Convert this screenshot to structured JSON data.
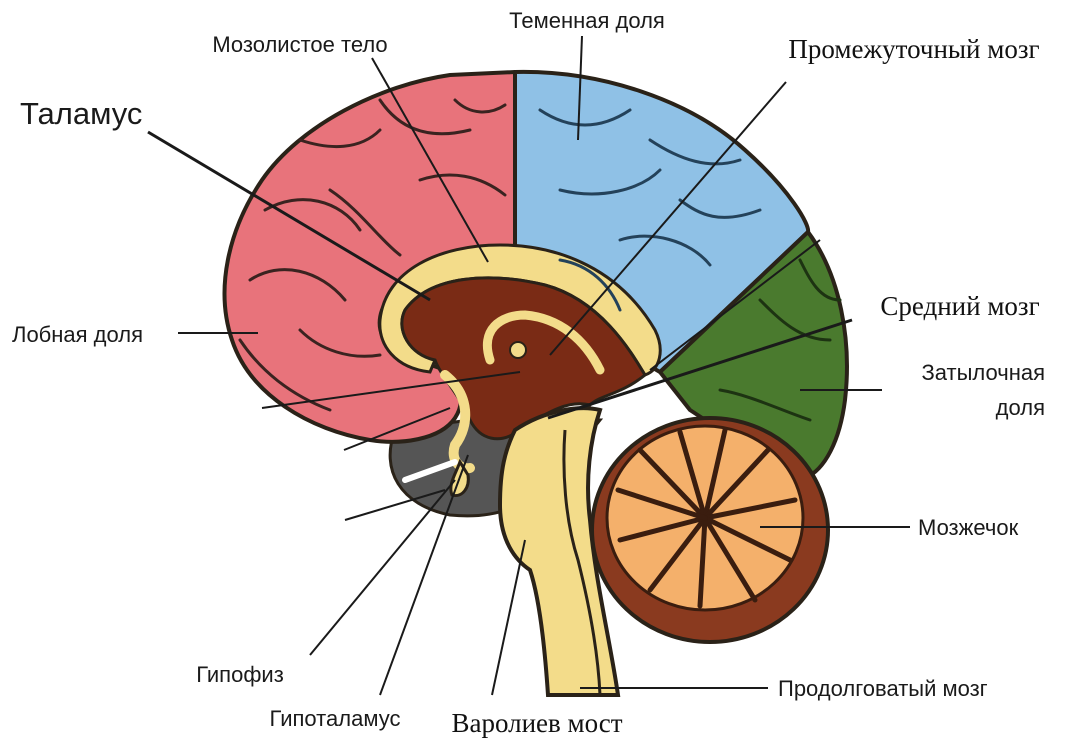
{
  "diagram": {
    "labels": {
      "parietal": "Теменная доля",
      "corpus_callosum": "Мозолистое тело",
      "diencephalon": "Промежуточный мозг",
      "thalamus": "Таламус",
      "frontal": "Лобная доля",
      "midbrain": "Средний мозг",
      "occipital_line1": "Затылочная",
      "occipital_line2": "доля",
      "cerebellum": "Мозжечок",
      "pituitary": "Гипофиз",
      "hypothalamus": "Гипоталамус",
      "pons": "Варолиев мост",
      "medulla": "Продолговатый мозг"
    },
    "colors": {
      "frontal_lobe": "#e8737b",
      "parietal_lobe": "#8fc1e6",
      "occipital_lobe": "#4a7a2e",
      "cerebellum_outer": "#8a3a1f",
      "cerebellum_inner": "#f4b06b",
      "brainstem": "#f3dc8a",
      "diencephalon": "#7a2b15",
      "temporal_shadow": "#555555"
    }
  }
}
